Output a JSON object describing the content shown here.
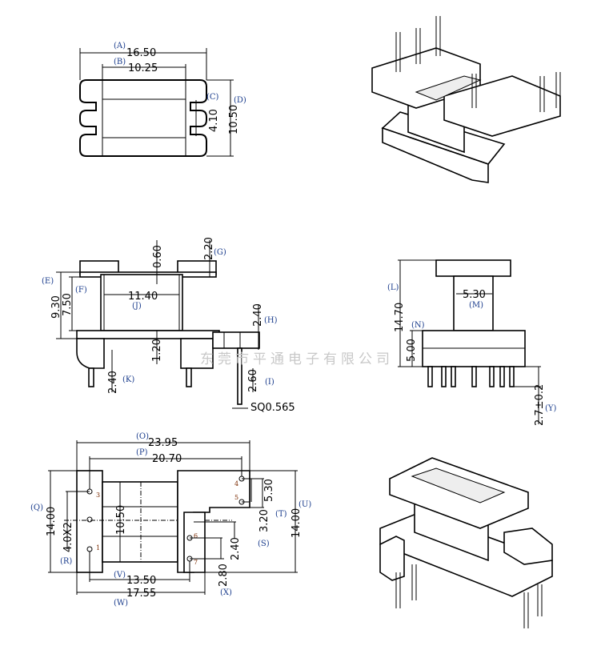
{
  "watermark": "东莞市平通电子有限公司",
  "top_view": {
    "A": {
      "label": "(A)",
      "value": "16.50"
    },
    "B": {
      "label": "(B)",
      "value": "10.25"
    },
    "C": {
      "label": "(C)",
      "value": "4.10"
    },
    "D": {
      "label": "(D)",
      "value": "10.50"
    }
  },
  "side_view": {
    "E": {
      "label": "(E)",
      "value": "9.30"
    },
    "F": {
      "label": "(F)",
      "value": "7.50"
    },
    "G": {
      "label": "(G)",
      "value": "2.20"
    },
    "flange": "0.60",
    "J": {
      "label": "(J)",
      "value": "11.40"
    },
    "H": {
      "label": "(H)",
      "value": "2.40"
    },
    "base": "1.20",
    "K": {
      "label": "(K)",
      "value": "2.40"
    },
    "I": {
      "label": "(I)",
      "value": "2.60"
    },
    "pin": "SQ0.565"
  },
  "end_view": {
    "L": {
      "label": "(L)",
      "value": "14.70"
    },
    "M": {
      "label": "(M)",
      "value": "5.30"
    },
    "N": {
      "label": "(N)",
      "value": "5.00"
    },
    "Y": {
      "label": "(Y)",
      "value": "2.7±0.2"
    }
  },
  "bottom_view": {
    "O": {
      "label": "(O)",
      "value": "23.95"
    },
    "P": {
      "label": "(P)",
      "value": "20.70"
    },
    "Q": {
      "label": "(Q)",
      "value": "14.00"
    },
    "R": {
      "label": "(R)",
      "value": "4.0X2"
    },
    "core": "10.50",
    "S": {
      "label": "(S)",
      "value": "3.20"
    },
    "T": {
      "label": "(T)",
      "value": "5.30"
    },
    "U": {
      "label": "(U)",
      "value": "14.00"
    },
    "V": {
      "label": "(V)",
      "value": "13.50"
    },
    "W": {
      "label": "(W)",
      "value": "17.55"
    },
    "X": {
      "label": "(X)",
      "value": "2.80"
    },
    "s_gap": "2.40",
    "pins": [
      "1",
      "3",
      "4",
      "5",
      "6",
      "7"
    ]
  }
}
